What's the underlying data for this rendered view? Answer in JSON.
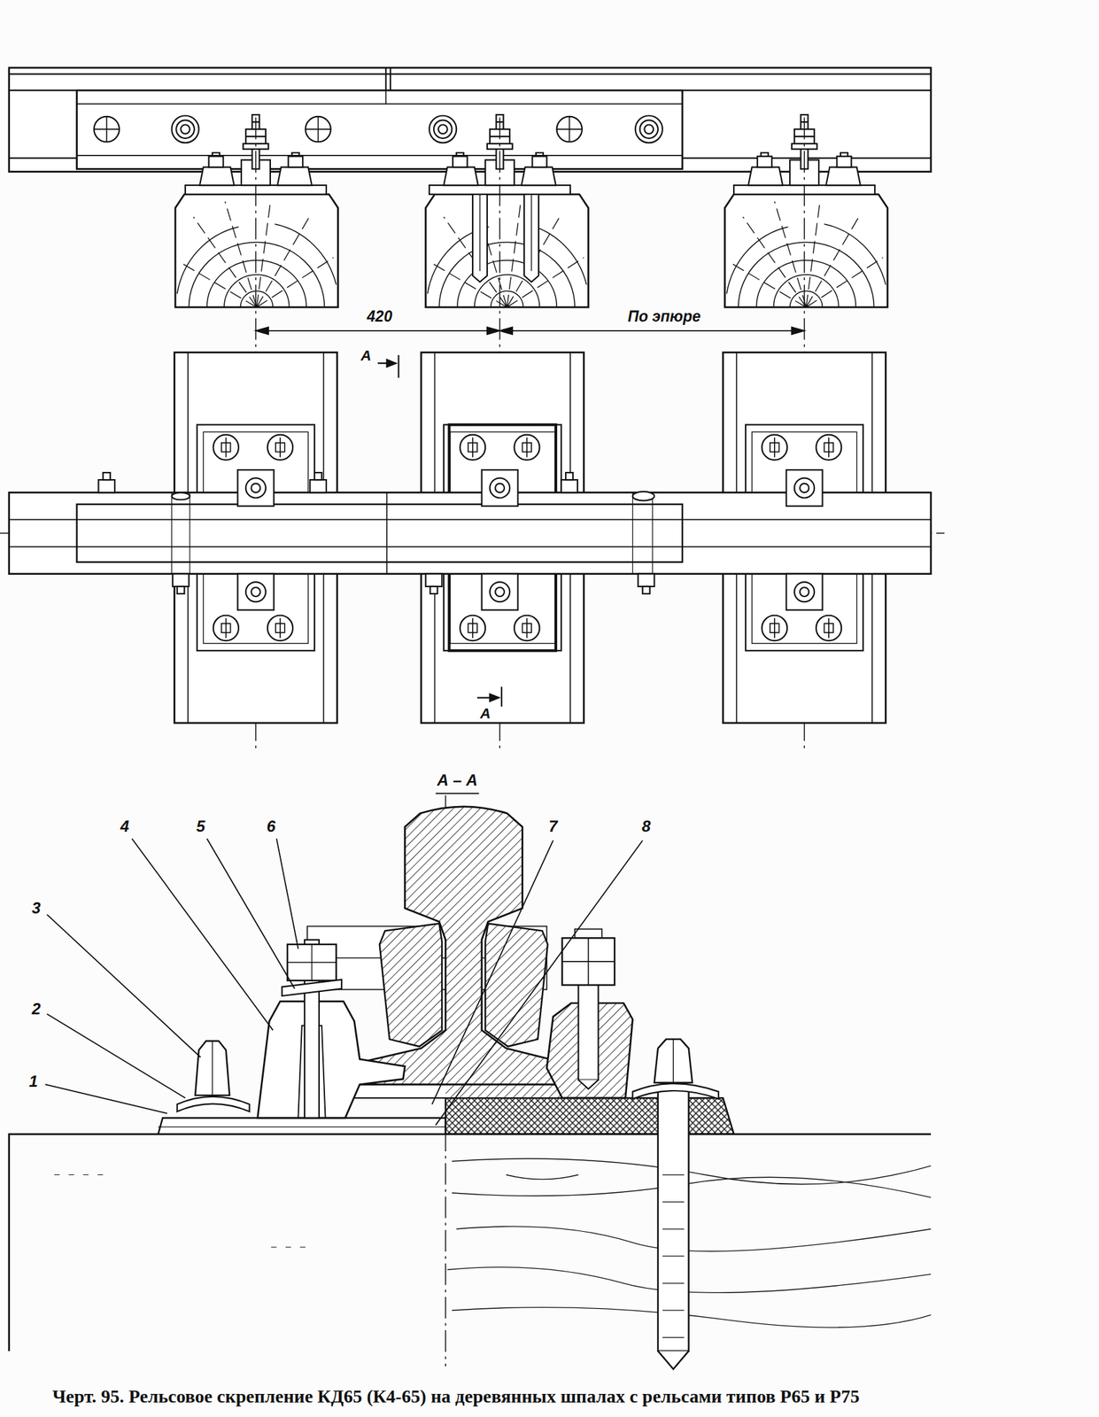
{
  "diagram": {
    "caption": "Черт. 95. Рельсовое скрепление КД65 (К4-65) на деревянных шпалах с рельсами типов Р65 и Р75",
    "labels": [
      "420",
      "По эпюре",
      "А",
      "А",
      "А – А",
      "1",
      "2",
      "3",
      "4",
      "5",
      "6",
      "7",
      "8"
    ]
  }
}
